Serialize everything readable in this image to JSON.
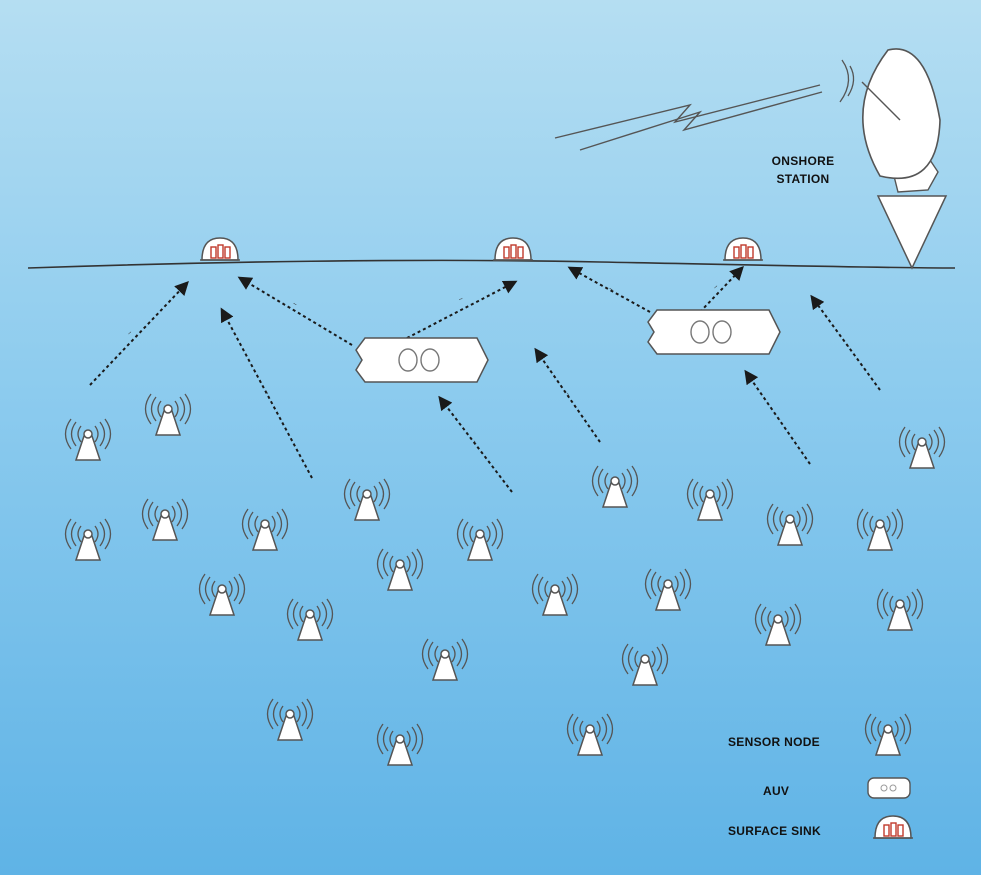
{
  "onshore_station": {
    "line1": "ONSHORE",
    "line2": "STATION"
  },
  "legend": {
    "sensor_node": "SENSOR NODE",
    "auv": "AUV",
    "surface_sink": "SURFACE SINK"
  },
  "colors": {
    "water_top": "#b5def2",
    "water_bottom": "#5fb3e6",
    "arrow": "#1a1a1a",
    "node_fill": "#ffffff",
    "sink_accent": "#c0392b"
  },
  "icons": [
    "sensor-node-icon",
    "auv-icon",
    "surface-sink-icon",
    "satellite-dish-icon",
    "lightning-link-icon"
  ]
}
